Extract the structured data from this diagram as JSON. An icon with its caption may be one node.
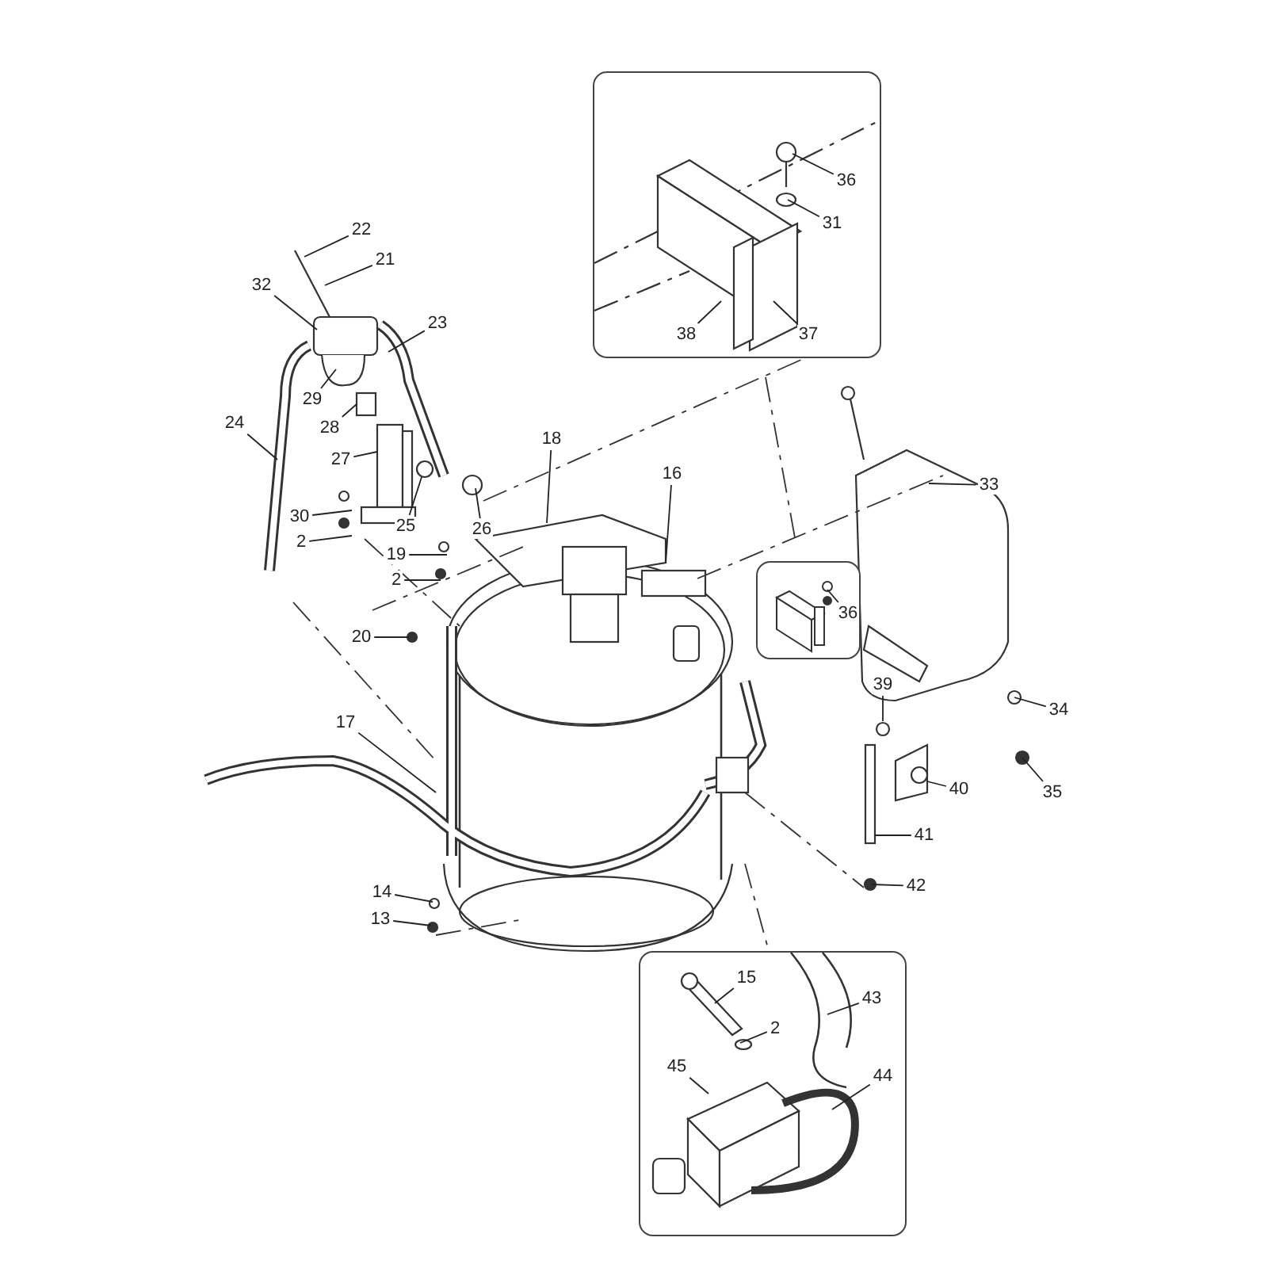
{
  "diagram": {
    "nodes": [
      {
        "text": [],
        "shape": "box"
      },
      {
        "text": [
          "36"
        ],
        "in": 0
      },
      {
        "text": [
          "31"
        ],
        "in": 0
      },
      {
        "text": [
          "38"
        ],
        "in": 0
      },
      {
        "text": [
          "37"
        ],
        "in": 0
      },
      {
        "text": [
          "22"
        ]
      },
      {
        "text": [
          "21"
        ]
      },
      {
        "text": [
          "32"
        ]
      },
      {
        "text": [
          "23"
        ]
      },
      {
        "text": [
          "29"
        ]
      },
      {
        "text": [
          "28"
        ]
      },
      {
        "text": [
          "24"
        ]
      },
      {
        "text": [
          "18"
        ]
      },
      {
        "text": [
          "27"
        ]
      },
      {
        "text": [
          "16"
        ]
      },
      {
        "text": [
          "33"
        ]
      },
      {
        "text": [
          "30"
        ]
      },
      {
        "text": [
          "2"
        ]
      },
      {
        "text": [
          "25"
        ]
      },
      {
        "text": [
          "26"
        ]
      },
      {
        "text": [
          "19"
        ]
      },
      {
        "text": [
          "2"
        ]
      },
      {
        "text": [],
        "shape": "box"
      },
      {
        "text": [
          "36"
        ],
        "in": 22
      },
      {
        "text": [
          "20"
        ]
      },
      {
        "text": [
          "39"
        ]
      },
      {
        "text": [
          "17"
        ]
      },
      {
        "text": [
          "34"
        ]
      },
      {
        "text": [
          "40"
        ]
      },
      {
        "text": [
          "35"
        ]
      },
      {
        "text": [
          "41"
        ]
      },
      {
        "text": [
          "42"
        ]
      },
      {
        "text": [
          "14"
        ]
      },
      {
        "text": [
          "13"
        ]
      },
      {
        "text": [],
        "shape": "box"
      },
      {
        "text": [
          "15"
        ],
        "in": 34
      },
      {
        "text": [
          "43"
        ],
        "in": 34
      },
      {
        "text": [
          "2"
        ],
        "in": 34
      },
      {
        "text": [
          "45"
        ],
        "in": 34
      },
      {
        "text": [
          "44"
        ],
        "in": 34
      }
    ],
    "edges": [
      {
        "from": 1,
        "to": null,
        "arrow": "none"
      },
      {
        "from": 2,
        "to": null,
        "arrow": "none"
      },
      {
        "from": 3,
        "to": null,
        "arrow": "none"
      },
      {
        "from": 4,
        "to": null,
        "arrow": "none"
      },
      {
        "from": 5,
        "to": null,
        "arrow": "none"
      },
      {
        "from": 6,
        "to": null,
        "arrow": "none"
      },
      {
        "from": 7,
        "to": null,
        "arrow": "none"
      },
      {
        "from": 8,
        "to": null,
        "arrow": "none"
      },
      {
        "from": 9,
        "to": null,
        "arrow": "none"
      },
      {
        "from": 10,
        "to": null,
        "arrow": "none"
      },
      {
        "from": 11,
        "to": null,
        "arrow": "none"
      },
      {
        "from": 12,
        "to": null,
        "arrow": "none"
      },
      {
        "from": 13,
        "to": null,
        "arrow": "none"
      },
      {
        "from": 14,
        "to": null,
        "arrow": "none"
      },
      {
        "from": 15,
        "to": null,
        "arrow": "none"
      },
      {
        "from": 16,
        "to": null,
        "arrow": "none"
      },
      {
        "from": 17,
        "to": null,
        "arrow": "none"
      },
      {
        "from": 18,
        "to": null,
        "arrow": "none"
      },
      {
        "from": 19,
        "to": null,
        "arrow": "none"
      },
      {
        "from": 20,
        "to": null,
        "arrow": "none"
      },
      {
        "from": 21,
        "to": null,
        "arrow": "none"
      },
      {
        "from": 23,
        "to": null,
        "arrow": "none"
      },
      {
        "from": 24,
        "to": null,
        "arrow": "none"
      },
      {
        "from": 25,
        "to": null,
        "arrow": "none"
      },
      {
        "from": 26,
        "to": null,
        "arrow": "none"
      },
      {
        "from": 27,
        "to": null,
        "arrow": "none"
      },
      {
        "from": 28,
        "to": null,
        "arrow": "none"
      },
      {
        "from": 29,
        "to": null,
        "arrow": "none"
      },
      {
        "from": 30,
        "to": null,
        "arrow": "none"
      },
      {
        "from": 31,
        "to": null,
        "arrow": "none"
      },
      {
        "from": 32,
        "to": null,
        "arrow": "none"
      },
      {
        "from": 33,
        "to": null,
        "arrow": "none"
      },
      {
        "from": 35,
        "to": null,
        "arrow": "none"
      },
      {
        "from": 36,
        "to": null,
        "arrow": "none"
      },
      {
        "from": 37,
        "to": null,
        "arrow": "none"
      },
      {
        "from": 38,
        "to": null,
        "arrow": "none"
      },
      {
        "from": 39,
        "to": null,
        "arrow": "none"
      }
    ]
  }
}
